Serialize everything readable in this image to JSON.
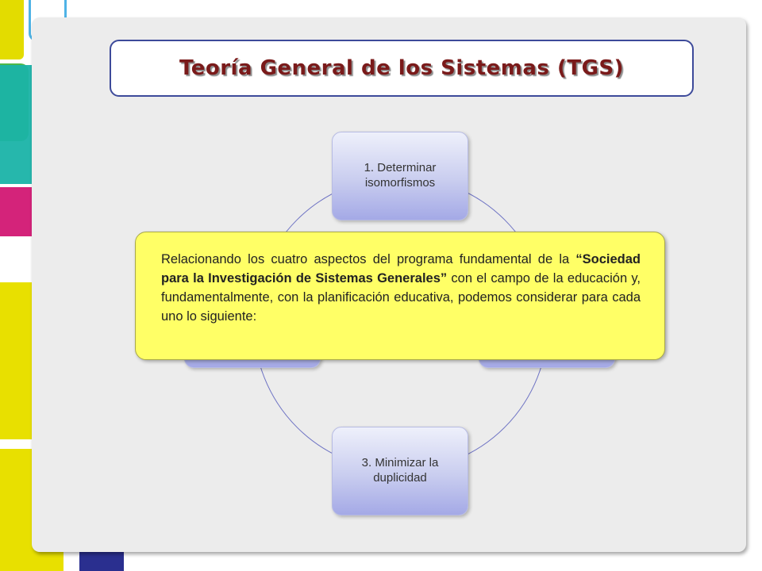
{
  "title": "Teoría General de los Sistemas (TGS)",
  "nodes": {
    "top": "1. Determinar isomorfismos",
    "bottom": "3. Minimizar la duplicidad"
  },
  "callout": {
    "before": "Relacionando los cuatro aspectos del programa fundamental de la ",
    "highlight": "“Sociedad para la Investigación de Sistemas Generales”",
    "after": " con el campo de la educación y, fundamentalmente, con la planificación educativa, podemos considerar para cada uno lo siguiente:"
  },
  "colors": {
    "title_text": "#7a1a1a",
    "title_border": "#3d4a9a",
    "callout_bg": "#ffff66",
    "node_fill": "#c9cdef",
    "accent_yellow": "#e8e000",
    "accent_green": "#4db848",
    "accent_teal": "#1ab3a8",
    "accent_magenta": "#d4237a",
    "accent_navy": "#2a2f8f"
  }
}
